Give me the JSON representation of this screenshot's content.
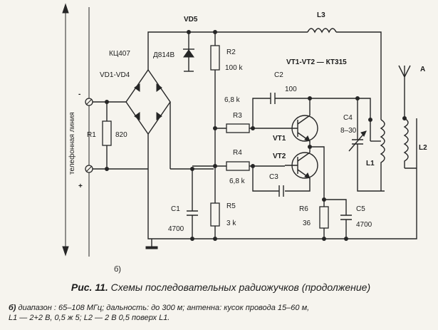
{
  "diagram": {
    "side_label": "телефонная линия",
    "terminal_minus": "-",
    "terminal_plus": "+",
    "bridge_type": "КЦ407",
    "bridge_ref": "VD1-VD4",
    "zener_type": "Д814В",
    "zener_ref": "VD5",
    "r1": {
      "ref": "R1",
      "value": "820"
    },
    "r2": {
      "ref": "R2",
      "value": "100 k"
    },
    "r3": {
      "ref": "R3",
      "value": "6,8 k"
    },
    "r4": {
      "ref": "R4",
      "value": "6,8 k"
    },
    "r5": {
      "ref": "R5",
      "value": "3 k"
    },
    "r6": {
      "ref": "R6",
      "value": "36"
    },
    "c1": {
      "ref": "C1",
      "value": "4700"
    },
    "c2": {
      "ref": "C2",
      "value": "100"
    },
    "c3": {
      "ref": "C3"
    },
    "c4": {
      "ref": "C4",
      "value": "8–30"
    },
    "c5": {
      "ref": "C5",
      "value": "4700"
    },
    "vt1": "VT1",
    "vt2": "VT2",
    "transistors": "VT1-VT2 — КТ315",
    "l1": "L1",
    "l2": "L2",
    "l3": "L3",
    "antenna": "А"
  },
  "figure": {
    "sub_label": "б)",
    "caption_num": "Рис. 11.",
    "caption_text": "Схемы последовательных радиожучков (продолжение)",
    "notes_label": "б)",
    "notes_line1": "диапазон : 65–108 МГц; дальность: до 300 м; антенна: кусок провода 15–60 м,",
    "notes_line2": "L1 — 2+2 В, 0,5 ж 5; L2 — 2 В 0,5 поверх L1."
  }
}
